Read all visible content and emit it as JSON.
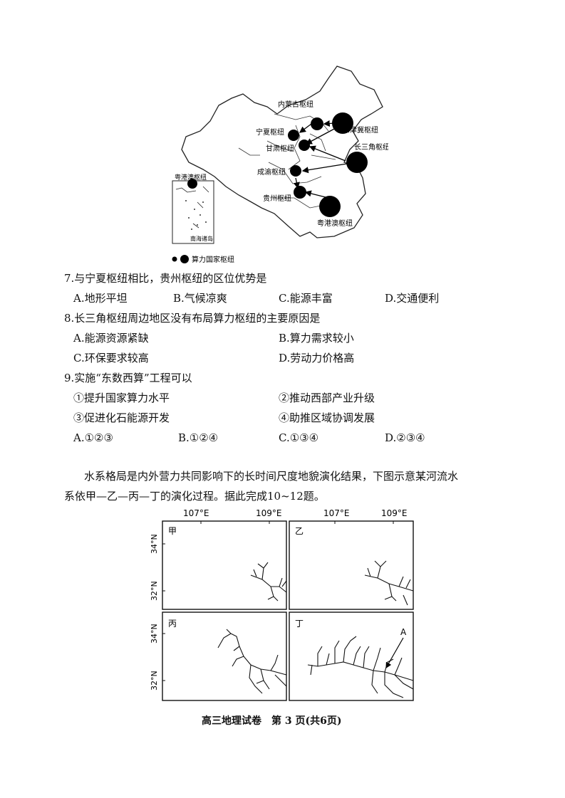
{
  "map1": {
    "hubs": [
      "内蒙古枢纽",
      "京津冀枢纽",
      "宁夏枢纽",
      "甘肃枢纽",
      "长三角枢纽",
      "成渝枢纽",
      "贵州枢纽",
      "粤港澳枢纽"
    ],
    "inset_hub": "粤港澳枢纽",
    "inset_label": "南海诸岛",
    "legend": "算力国家枢纽"
  },
  "questions": [
    {
      "stem": "7.与宁夏枢纽相比，贵州枢纽的区位优势是",
      "options": [
        "A.地形平坦",
        "B.气候凉爽",
        "C.能源丰富",
        "D.交通便利"
      ]
    },
    {
      "stem": "8.长三角枢纽周边地区没有布局算力枢纽的主要原因是",
      "options": [
        "A.能源资源紧缺",
        "B.算力需求较小",
        "C.环保要求较高",
        "D.劳动力价格高"
      ]
    },
    {
      "stem": "9.实施“东数西算”工程可以",
      "statements": [
        "①提升国家算力水平",
        "②推动西部产业升级",
        "③促进化石能源开发",
        "④助推区域协调发展"
      ],
      "options": [
        "A.①②③",
        "B.①②④",
        "C.①③④",
        "D.②③④"
      ]
    }
  ],
  "passage": {
    "line1": "水系格局是内外营力共同影响下的长时间尺度地貌演化结果，下图示意某河流水",
    "line2": "系依甲—乙—丙—丁的演化过程。据此完成10~12题。"
  },
  "map2": {
    "lon_labels": [
      "107°E",
      "109°E"
    ],
    "lat_labels": [
      "34°N",
      "32°N"
    ],
    "panels": [
      "甲",
      "乙",
      "丙",
      "丁"
    ],
    "point_label": "A"
  },
  "footer": "高三地理试卷　第 3 页(共6页)"
}
